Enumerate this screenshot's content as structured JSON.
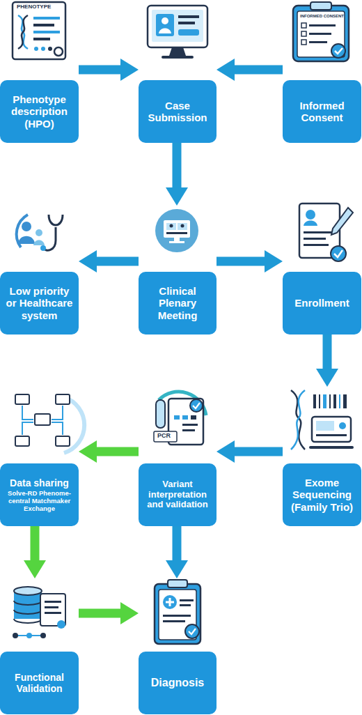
{
  "diagram": {
    "nodes": [
      {
        "text": [
          "Phenotype description (HPO)"
        ]
      },
      {
        "text": [
          "Case Submission"
        ]
      },
      {
        "text": [
          "Informed Consent"
        ]
      },
      {
        "text": [
          "Low priority or Healthcare system"
        ]
      },
      {
        "text": [
          "Clinical Plenary Meeting"
        ]
      },
      {
        "text": [
          "Enrollment"
        ]
      },
      {
        "text": [
          "Data sharing",
          "Solve-RD Phenome-central Matchmaker Exchange"
        ]
      },
      {
        "text": [
          "Variant interpretation and validation"
        ]
      },
      {
        "text": [
          "Exome Sequencing (Family Trio)"
        ]
      },
      {
        "text": [
          "Functional Validation"
        ]
      },
      {
        "text": [
          "Diagnosis"
        ]
      }
    ],
    "edges": [
      {
        "from": 0,
        "to": 1,
        "arrow": "to"
      },
      {
        "from": 2,
        "to": 1,
        "arrow": "to"
      },
      {
        "from": 1,
        "to": 4,
        "arrow": "to"
      },
      {
        "from": 4,
        "to": 3,
        "arrow": "to"
      },
      {
        "from": 4,
        "to": 5,
        "arrow": "to"
      },
      {
        "from": 5,
        "to": 8,
        "arrow": "to"
      },
      {
        "from": 8,
        "to": 7,
        "arrow": "to"
      },
      {
        "from": 7,
        "to": 6,
        "arrow": "to"
      },
      {
        "from": 7,
        "to": 10,
        "arrow": "to"
      },
      {
        "from": 6,
        "to": 9,
        "arrow": "to"
      },
      {
        "from": 9,
        "to": 10,
        "arrow": "to"
      }
    ],
    "labels": [
      "PHENOTYPE",
      "INFORMED CONSENT",
      "PCR"
    ]
  }
}
